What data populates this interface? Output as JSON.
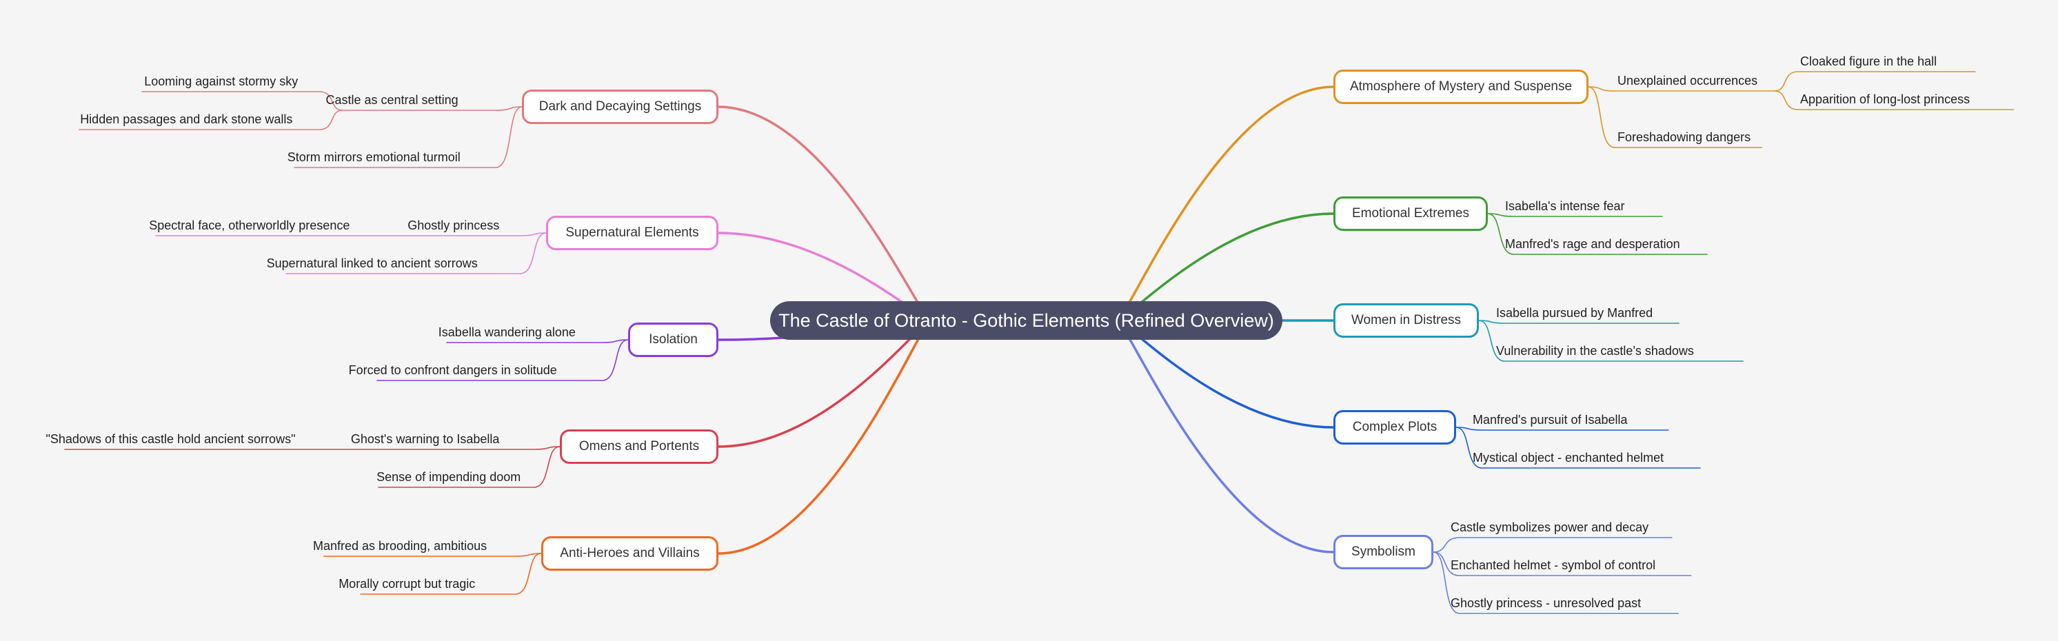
{
  "mindmap": {
    "root": {
      "label": "The Castle of Otranto - Gothic Elements (Refined Overview)"
    },
    "branches": [
      {
        "id": "dark",
        "label": "Dark and Decaying Settings",
        "color": "#e07a7e",
        "children": [
          {
            "label": "Castle as central setting",
            "children": [
              {
                "label": "Looming against stormy sky"
              },
              {
                "label": "Hidden passages and dark stone walls"
              }
            ]
          },
          {
            "label": "Storm mirrors emotional turmoil"
          }
        ]
      },
      {
        "id": "supernatural",
        "label": "Supernatural Elements",
        "color": "#e87ed8",
        "children": [
          {
            "label": "Ghostly princess",
            "children": [
              {
                "label": "Spectral face, otherworldly presence"
              }
            ]
          },
          {
            "label": "Supernatural linked to ancient sorrows"
          }
        ]
      },
      {
        "id": "isolation",
        "label": "Isolation",
        "color": "#8a3ae0",
        "children": [
          {
            "label": "Isabella wandering alone"
          },
          {
            "label": "Forced to confront dangers in solitude"
          }
        ]
      },
      {
        "id": "omens",
        "label": "Omens and Portents",
        "color": "#d9404f",
        "children": [
          {
            "label": "Ghost's warning to Isabella",
            "children": [
              {
                "label": "\"Shadows of this castle hold ancient sorrows\""
              }
            ]
          },
          {
            "label": "Sense of impending doom"
          }
        ]
      },
      {
        "id": "anti",
        "label": "Anti-Heroes and Villains",
        "color": "#f0691e",
        "children": [
          {
            "label": "Manfred as brooding, ambitious"
          },
          {
            "label": "Morally corrupt but tragic"
          }
        ]
      },
      {
        "id": "mystery",
        "label": "Atmosphere of Mystery and Suspense",
        "color": "#e0921e",
        "children": [
          {
            "label": "Unexplained occurrences",
            "children": [
              {
                "label": "Cloaked figure in the hall"
              },
              {
                "label": "Apparition of long-lost princess"
              }
            ]
          },
          {
            "label": "Foreshadowing dangers"
          }
        ]
      },
      {
        "id": "emotional",
        "label": "Emotional Extremes",
        "color": "#3d9e35",
        "children": [
          {
            "label": "Isabella's intense fear"
          },
          {
            "label": "Manfred's rage and desperation"
          }
        ]
      },
      {
        "id": "women",
        "label": "Women in Distress",
        "color": "#1c9ab8",
        "children": [
          {
            "label": "Isabella pursued by Manfred"
          },
          {
            "label": "Vulnerability in the castle's shadows"
          }
        ]
      },
      {
        "id": "plots",
        "label": "Complex Plots",
        "color": "#1d5fd6",
        "children": [
          {
            "label": "Manfred's pursuit of Isabella"
          },
          {
            "label": "Mystical object - enchanted helmet"
          }
        ]
      },
      {
        "id": "symbolism",
        "label": "Symbolism",
        "color": "#6a7eea",
        "children": [
          {
            "label": "Castle symbolizes power and decay"
          },
          {
            "label": "Enchanted helmet - symbol of control"
          },
          {
            "label": "Ghostly princess - unresolved past"
          }
        ]
      }
    ]
  }
}
